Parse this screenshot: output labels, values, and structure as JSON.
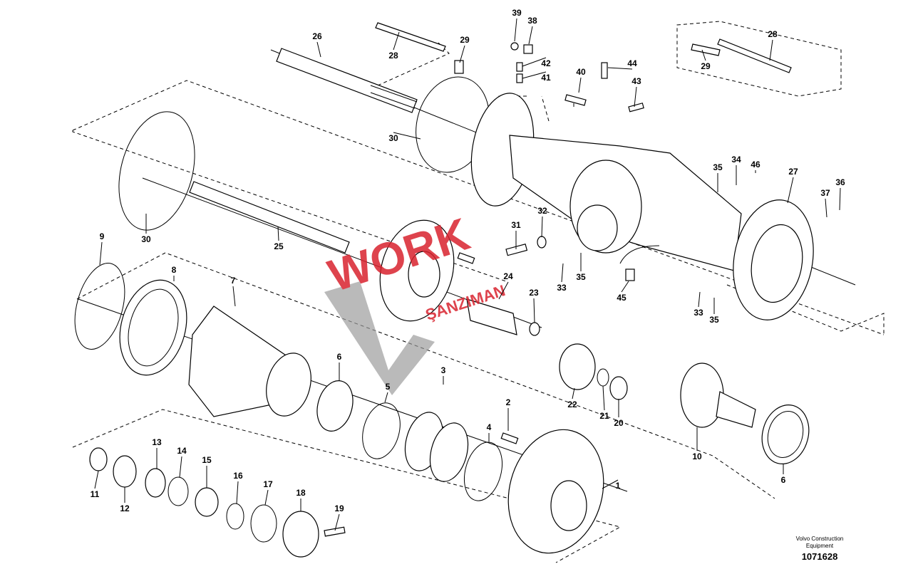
{
  "diagram": {
    "callouts": [
      "26",
      "28",
      "29",
      "39",
      "38",
      "42",
      "41",
      "40",
      "44",
      "43",
      "28",
      "29",
      "30",
      "30",
      "25",
      "9",
      "8",
      "7",
      "31",
      "32",
      "24",
      "23",
      "33",
      "35",
      "45",
      "33",
      "35",
      "35",
      "34",
      "46",
      "27",
      "37",
      "36",
      "6",
      "3",
      "5",
      "2",
      "4",
      "22",
      "21",
      "20",
      "10",
      "6",
      "1",
      "11",
      "12",
      "13",
      "14",
      "15",
      "16",
      "17",
      "18",
      "19"
    ],
    "watermark": "WORK ŞANZIMAN",
    "colors": {
      "watermark": "#d9232e",
      "watermark_gray": "#9a9a9a"
    }
  },
  "footer": {
    "organization_line1": "Volvo Construction",
    "organization_line2": "Equipment",
    "document_number": "1071628"
  }
}
